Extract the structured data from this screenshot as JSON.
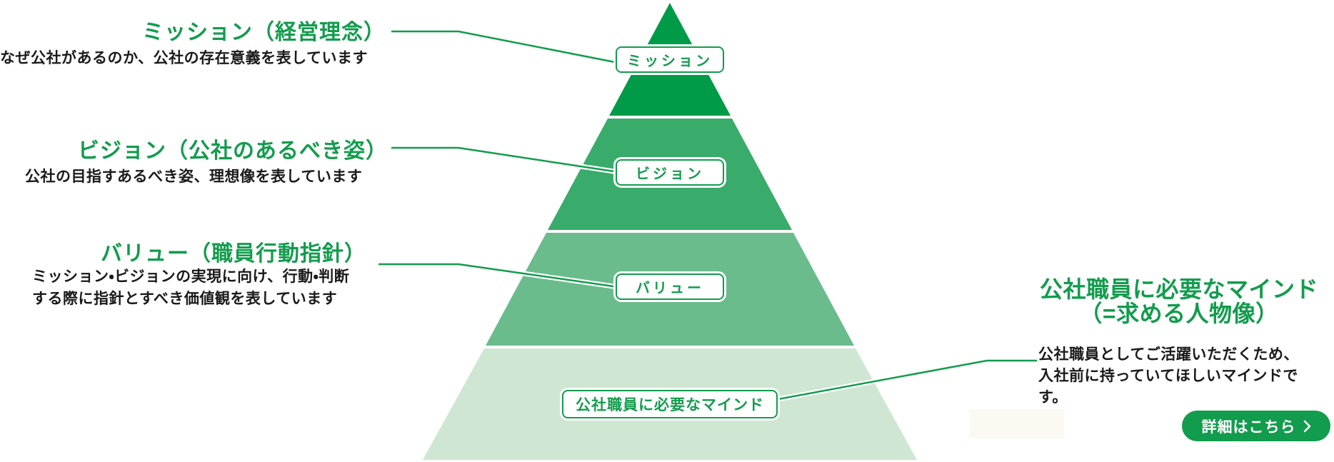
{
  "palette": {
    "green": "#129c4d",
    "layer1": "#009b48",
    "layer2": "#39ab6a",
    "layer3": "#6abc8d",
    "layer4": "#cfe6d3",
    "text": "#1a1a1a",
    "cream": "#fbf9f2"
  },
  "left_blocks": [
    {
      "heading": "ミッション（経営理念）",
      "desc_lines": [
        "なぜ公社があるのか、公社の存在意義を表しています"
      ]
    },
    {
      "heading": "ビジョン（公社のあるべき姿）",
      "desc_lines": [
        "公社の目指すあるべき姿、理想像を表しています"
      ]
    },
    {
      "heading": "バリュー（職員行動指針）",
      "desc_lines": [
        "ミッション・ビジョンの実現に向け、行動・判断",
        "する際に指針とすべき価値観を表しています"
      ]
    }
  ],
  "pyramid": {
    "labels": [
      "ミッション",
      "ビジョン",
      "バリュー",
      "公社職員に必要なマインド"
    ]
  },
  "right_block": {
    "heading_lines": [
      "公社職員に必要なマインド",
      "（=求める人物像）"
    ],
    "desc_lines": [
      "公社職員としてご活躍いただくため、",
      "入社前に持っていてほしいマインドで",
      "す。"
    ],
    "button_label": "詳細はこちら"
  }
}
